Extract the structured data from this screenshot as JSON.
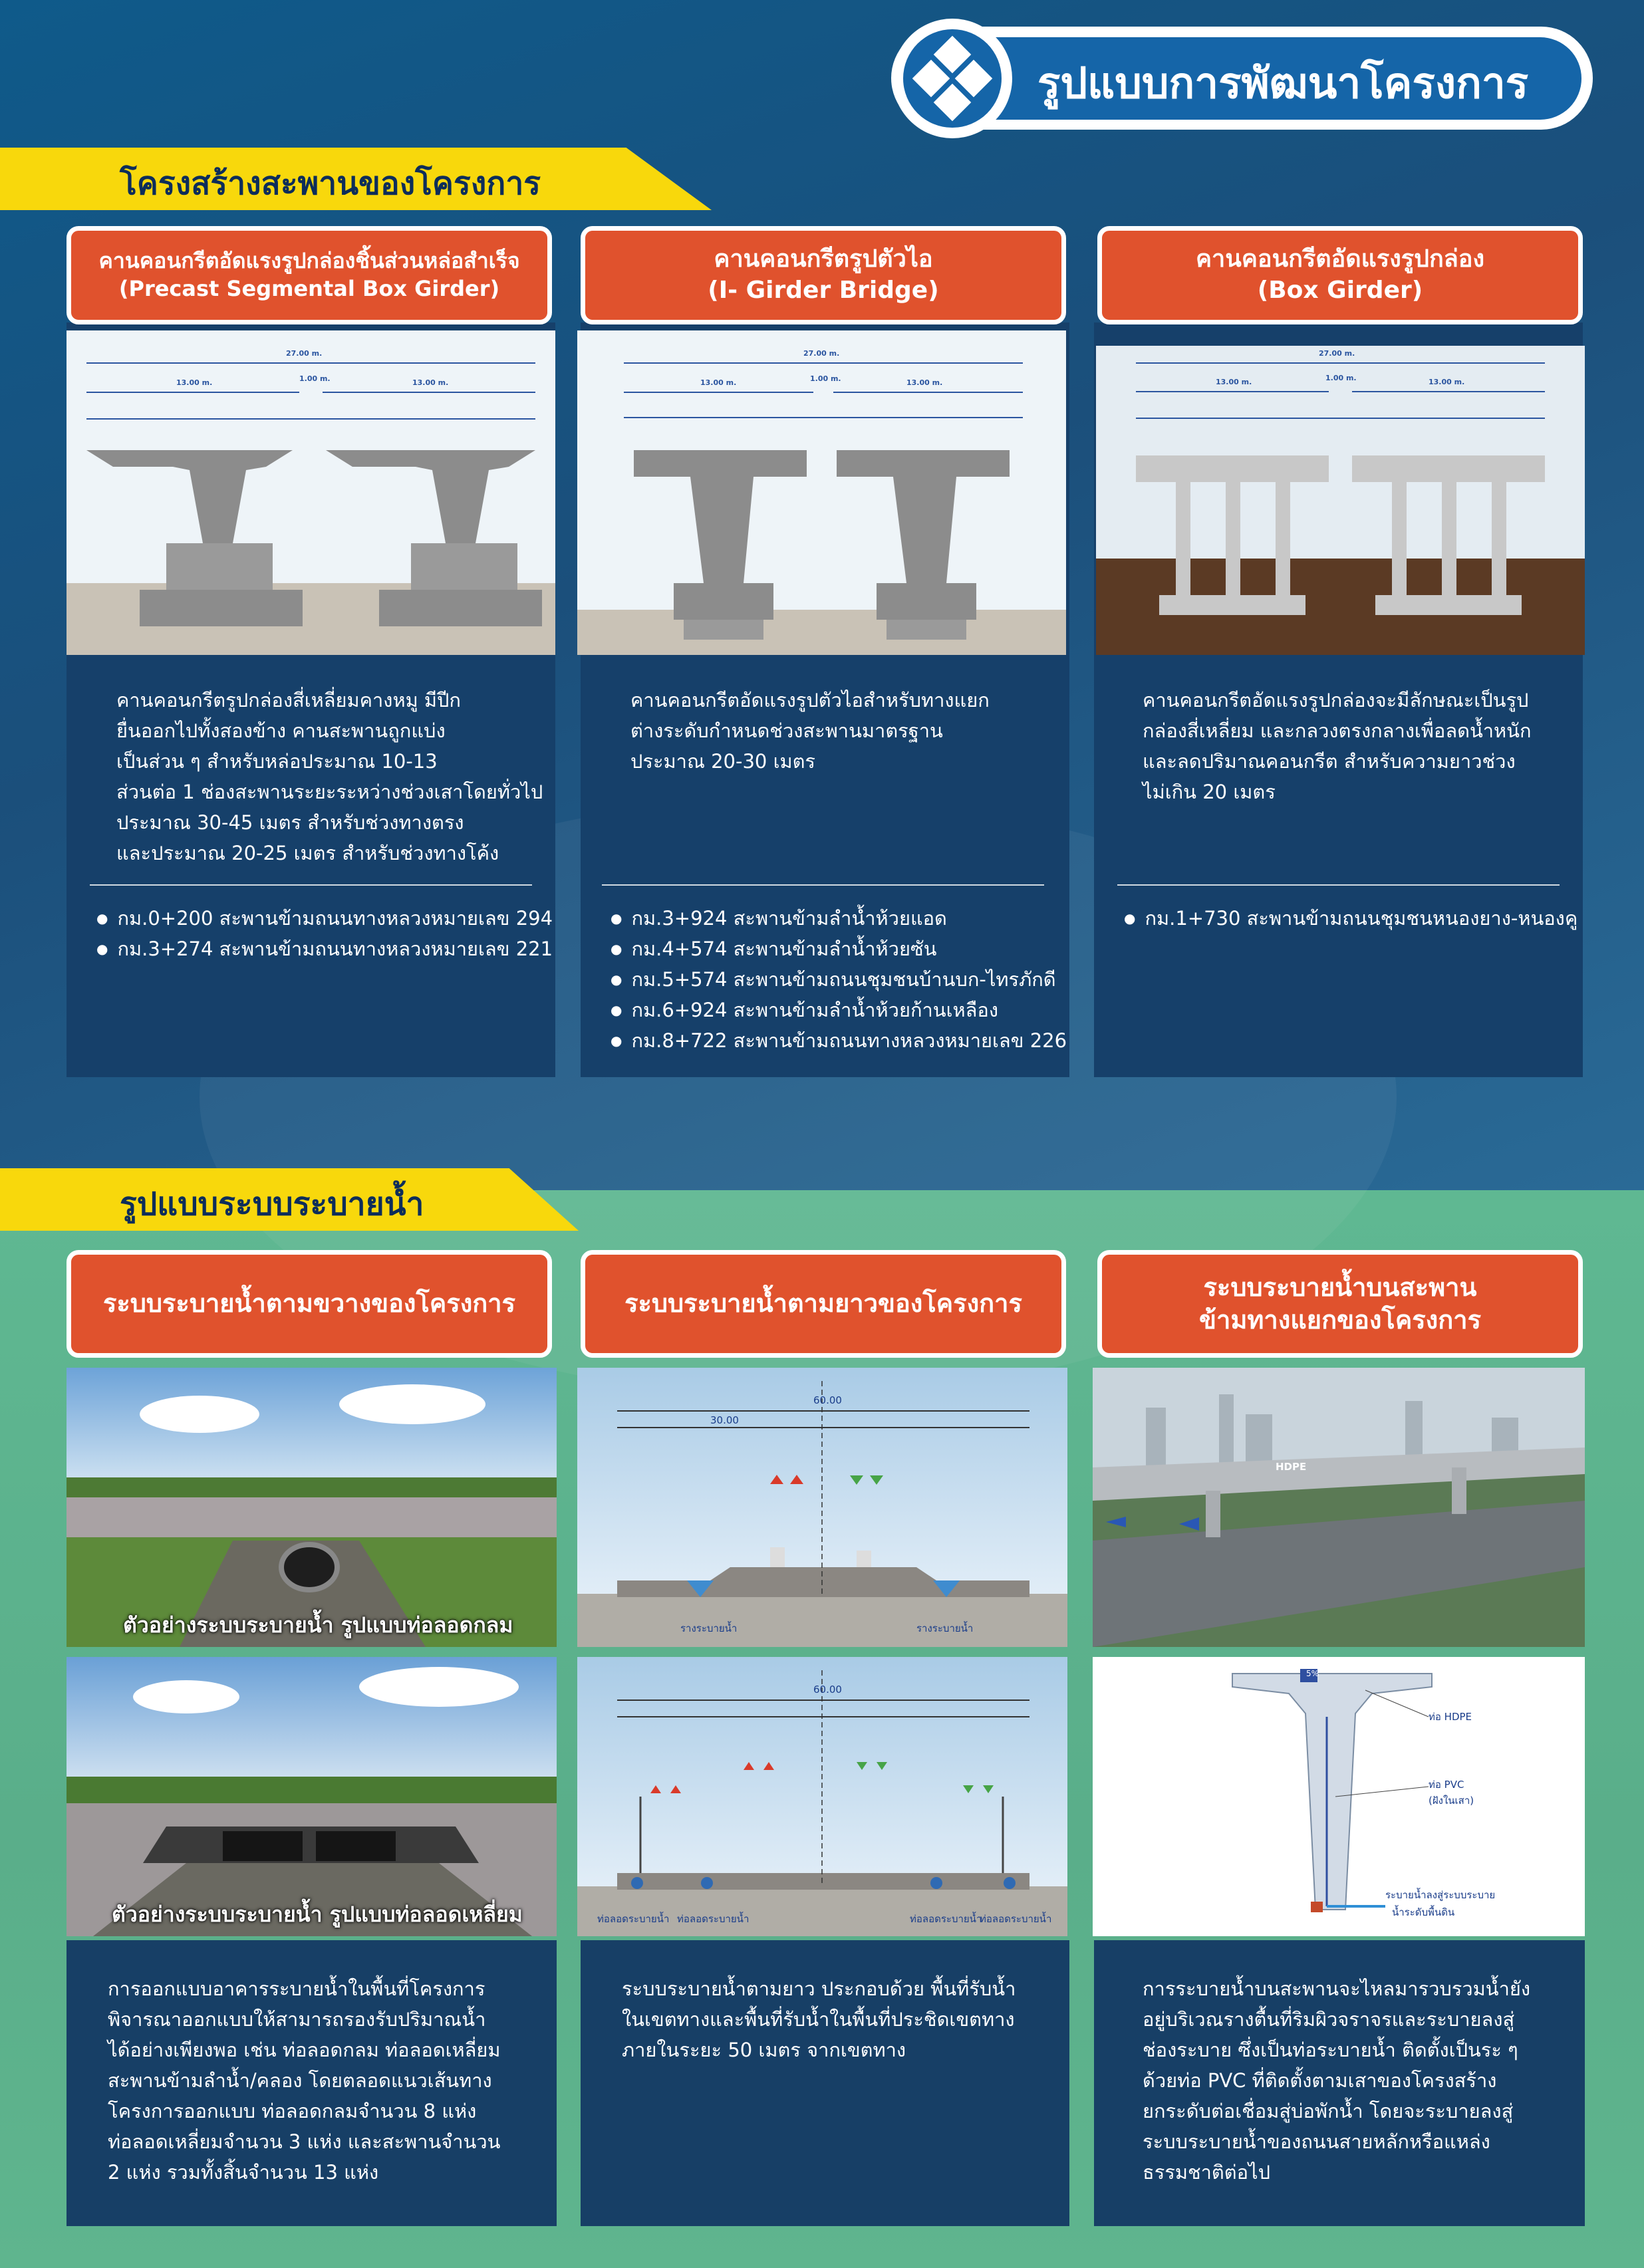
{
  "banner": {
    "title": "รูปแบบการพัฒนาโครงการ"
  },
  "section1": {
    "title": "โครงสร้างสะพานของโครงการ"
  },
  "section2": {
    "title": "รูปแบบระบบระบายน้ำ"
  },
  "bridges": [
    {
      "title_th": "คานคอนกรีตอัดแรงรูปกล่องชิ้นส่วนหล่อสำเร็จ",
      "title_en": "(Precast Segmental Box Girder)",
      "dims": {
        "total": "27.00 m.",
        "left": "13.00 m.",
        "mid": "1.00 m.",
        "right": "13.00 m."
      },
      "description": [
        "คานคอนกรีตรูปกล่องสี่เหลี่ยมคางหมู มีปีก",
        "ยื่นออกไปทั้งสองข้าง คานสะพานถูกแบ่ง",
        "เป็นส่วน ๆ สำหรับหล่อประมาณ 10-13",
        "ส่วนต่อ 1 ช่องสะพานระยะระหว่างช่วงเสาโดยทั่วไป",
        "ประมาณ 30-45 เมตร สำหรับช่วงทางตรง",
        "และประมาณ 20-25 เมตร สำหรับช่วงทางโค้ง"
      ],
      "locations": [
        "กม.0+200 สะพานข้ามถนนทางหลวงหมายเลข 294",
        "กม.3+274 สะพานข้ามถนนทางหลวงหมายเลข 221"
      ]
    },
    {
      "title_th": "คานคอนกรีตรูปตัวไอ",
      "title_en": "(I- Girder Bridge)",
      "dims": {
        "total": "27.00 m.",
        "left": "13.00 m.",
        "mid": "1.00 m.",
        "right": "13.00 m."
      },
      "description": [
        "คานคอนกรีตอัดแรงรูปตัวไอสำหรับทางแยก",
        "ต่างระดับกำหนดช่วงสะพานมาตรฐาน",
        "ประมาณ 20-30 เมตร"
      ],
      "locations": [
        "กม.3+924 สะพานข้ามลำน้ำห้วยแอด",
        "กม.4+574 สะพานข้ามลำน้ำห้วยซัน",
        "กม.5+574 สะพานข้ามถนนชุมชนบ้านบก-ไทรภักดี",
        "กม.6+924 สะพานข้ามลำน้ำห้วยก้านเหลือง",
        "กม.8+722 สะพานข้ามถนนทางหลวงหมายเลข 226"
      ]
    },
    {
      "title_th": "คานคอนกรีตอัดแรงรูปกล่อง",
      "title_en": "(Box Girder)",
      "dims": {
        "total": "27.00 m.",
        "left": "13.00 m.",
        "mid": "1.00 m.",
        "right": "13.00 m."
      },
      "description": [
        "คานคอนกรีตอัดแรงรูปกล่องจะมีลักษณะเป็นรูป",
        "กล่องสี่เหลี่ยม และกลวงตรงกลางเพื่อลดน้ำหนัก",
        "และลดปริมาณคอนกรีต สำหรับความยาวช่วง",
        "ไม่เกิน 20 เมตร"
      ],
      "locations": [
        "กม.1+730 สะพานข้ามถนนชุมชนหนองยาง-หนองคู"
      ]
    }
  ],
  "drainage": [
    {
      "title": [
        "ระบบระบายน้ำตามขวางของโครงการ"
      ],
      "captions": [
        "ตัวอย่างระบบระบายน้ำ รูปแบบท่อลอดกลม",
        "ตัวอย่างระบบระบายน้ำ รูปแบบท่อลอดเหลี่ยม"
      ],
      "description": [
        "การออกแบบอาคารระบายน้ำในพื้นที่โครงการ",
        "พิจารณาออกแบบให้สามารถรองรับปริมาณน้ำ",
        "ได้อย่างเพียงพอ เช่น ท่อลอดกลม ท่อลอดเหลี่ยม",
        "สะพานข้ามลำน้ำ/คลอง โดยตลอดแนวเส้นทาง",
        "โครงการออกแบบ ท่อลอดกลมจำนวน 8 แห่ง",
        "ท่อลอดเหลี่ยมจำนวน 3 แห่ง และสะพานจำนวน",
        "2 แห่ง รวมทั้งสิ้นจำนวน 13 แห่ง"
      ]
    },
    {
      "title": [
        "ระบบระบายน้ำตามยาวของโครงการ"
      ],
      "section_labels": {
        "total1": "60.00",
        "half": "30.00",
        "total2": "60.00",
        "drain": "รางระบายน้ำ",
        "pipe": "ท่อลอดระบายน้ำ"
      },
      "description": [
        "ระบบระบายน้ำตามยาว ประกอบด้วย พื้นที่รับน้ำ",
        "ในเขตทางและพื้นที่รับน้ำในพื้นที่ประชิดเขตทาง",
        "ภายในระยะ 50 เมตร จากเขตทาง"
      ]
    },
    {
      "title": [
        "ระบบระบายน้ำบนสะพาน",
        "ข้ามทางแยกของโครงการ"
      ],
      "diagram_labels": {
        "hdpe": "HDPE",
        "pipe_hdpe": "ท่อ HDPE",
        "pipe_pvc": "ท่อ PVC",
        "pvc_note": "(ฝังในเสา)",
        "outlet1": "ระบายน้ำลงสู่ระบบระบาย",
        "outlet2": "น้ำระดับพื้นดิน",
        "slope": "5%"
      },
      "description": [
        "การระบายน้ำบนสะพานจะไหลมารวบรวมน้ำยัง",
        "อยู่บริเวณรางตื้นที่ริมผิวจราจรและระบายลงสู่",
        "ช่องระบาย ซึ่งเป็นท่อระบายน้ำ ติดตั้งเป็นระ ๆ",
        "ด้วยท่อ PVC ที่ติดตั้งตามเสาของโครงสร้าง",
        "ยกระดับต่อเชื่อมสู่บ่อพักน้ำ โดยจะระบายลงสู่",
        "ระบบระบายน้ำของถนนสายหลักหรือแหล่ง",
        "ธรรมชาติต่อไป"
      ]
    }
  ]
}
